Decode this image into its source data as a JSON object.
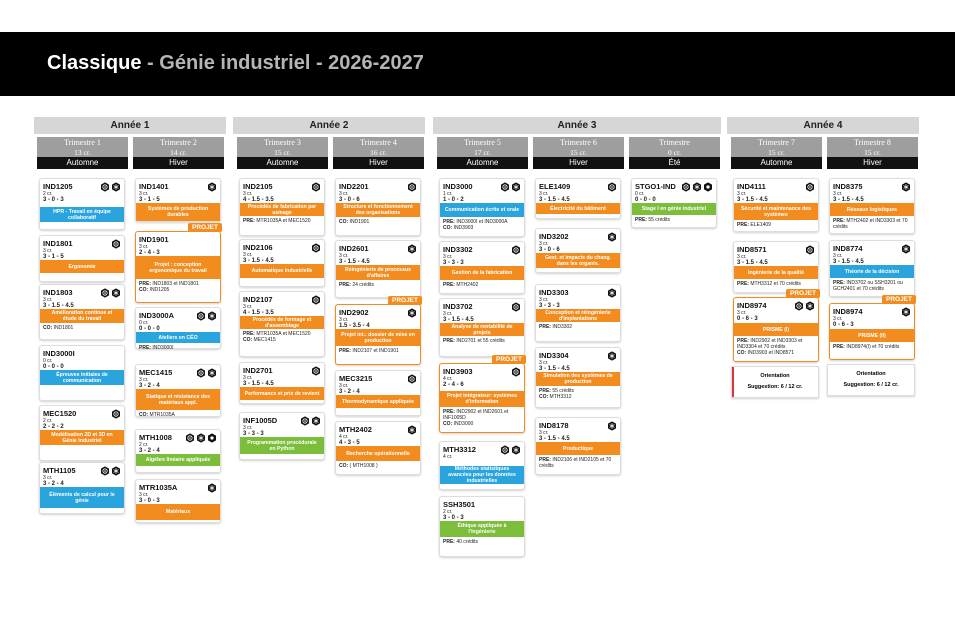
{
  "title": {
    "main": "Classique",
    "rest": " - Génie industriel - 2026-2027"
  },
  "years": [
    "Année 1",
    "Année 2",
    "Année 3",
    "Année 4"
  ],
  "semesters": [
    {
      "name": "Trimestre 1",
      "credits": "13 cr.",
      "season": "Automne"
    },
    {
      "name": "Trimestre 2",
      "credits": "14 cr.",
      "season": "Hiver"
    },
    {
      "name": "Trimestre 3",
      "credits": "15 cr.",
      "season": "Automne"
    },
    {
      "name": "Trimestre 4",
      "credits": "16 cr.",
      "season": "Hiver"
    },
    {
      "name": "Trimestre 5",
      "credits": "17 cr.",
      "season": "Automne"
    },
    {
      "name": "Trimestre 6",
      "credits": "15 cr.",
      "season": "Hiver"
    },
    {
      "name": "Trimestre",
      "credits": "0 cr.",
      "season": "Été"
    },
    {
      "name": "Trimestre 7",
      "credits": "15 cr.",
      "season": "Automne"
    },
    {
      "name": "Trimestre 8",
      "credits": "15 cr.",
      "season": "Hiver"
    }
  ],
  "project_badge": "PROJET",
  "courses": [
    {
      "code": "IND1205",
      "credits": "2 cr.",
      "hours": "3 - 0 - 3",
      "title": "HPR - Travail en équipe collaboratif",
      "color": "blue",
      "icons": [
        "gear-icon",
        "snowflake-icon"
      ],
      "notes": []
    },
    {
      "code": "IND1801",
      "credits": "3 cr.",
      "hours": "3 - 1 - 5",
      "title": "Ergonomie",
      "color": "orange",
      "icons": [
        "gear-icon"
      ],
      "notes": []
    },
    {
      "code": "IND1803",
      "credits": "3 cr.",
      "hours": "3 - 1.5 - 4.5",
      "title": "Amélioration continue et étude du travail",
      "color": "orange",
      "icons": [
        "gear-icon",
        "snowflake-icon"
      ],
      "notes": [
        {
          "k": "CO:",
          "v": " IND1801"
        }
      ]
    },
    {
      "code": "IND3000I",
      "credits": "0 cr.",
      "hours": "0 - 0 - 0",
      "title": "Épreuves initiales de communication",
      "color": "blue",
      "icons": [],
      "notes": []
    },
    {
      "code": "MEC1520",
      "credits": "2 cr.",
      "hours": "2 - 2 - 2",
      "title": "Modélisation 2D et 3D en Génie Industriel",
      "color": "orange",
      "icons": [
        "gear-icon"
      ],
      "notes": []
    },
    {
      "code": "MTH1105",
      "credits": "3 cr.",
      "hours": "3 - 2 - 4",
      "title": "Éléments de calcul pour le génie",
      "color": "blue",
      "icons": [
        "gear-icon",
        "snowflake-icon"
      ],
      "notes": []
    },
    {
      "code": "IND1401",
      "credits": "3 cr.",
      "hours": "3 - 1 - 5",
      "title": "Systèmes de production durables",
      "color": "orange",
      "icons": [
        "snowflake-icon"
      ],
      "notes": []
    },
    {
      "code": "IND1901",
      "credits": "3 cr.",
      "hours": "2 - 4 - 3",
      "title": "Projet : conception ergonomique du travail",
      "color": "orange",
      "icons": [],
      "project": true,
      "notes": [
        {
          "k": "PRE:",
          "v": " IND1803 et IND1801"
        },
        {
          "k": "CO:",
          "v": " IND1205"
        }
      ]
    },
    {
      "code": "IND3000A",
      "credits": "0 cr.",
      "hours": "0 - 0 - 0",
      "title": "Ateliers en CÉO",
      "color": "blue",
      "icons": [
        "gear-icon",
        "snowflake-icon"
      ],
      "notes": [
        {
          "k": "PRE:",
          "v": " IND3000I"
        }
      ]
    },
    {
      "code": "MEC1415",
      "credits": "3 cr.",
      "hours": "3 - 2 - 4",
      "title": "Statique et résistance des matériaux appl.",
      "color": "orange",
      "icons": [
        "gear-icon",
        "snowflake-icon"
      ],
      "notes": [
        {
          "k": "CO:",
          "v": " MTR1035A"
        }
      ]
    },
    {
      "code": "MTH1008",
      "credits": "2 cr.",
      "hours": "3 - 2 - 4",
      "title": "Algèbre linéaire appliquée",
      "color": "green",
      "icons": [
        "gear-icon",
        "snowflake-icon",
        "sun-icon"
      ],
      "notes": []
    },
    {
      "code": "MTR1035A",
      "credits": "3 cr.",
      "hours": "3 - 0 - 3",
      "title": "Matériaux",
      "color": "orange",
      "icons": [
        "snowflake-icon"
      ],
      "notes": []
    },
    {
      "code": "IND2105",
      "credits": "3 cr.",
      "hours": "4 - 1.5 - 3.5",
      "title": "Procédés de fabrication par usinage",
      "color": "orange",
      "icons": [
        "gear-icon"
      ],
      "notes": [
        {
          "k": "PRE:",
          "v": " MTR1035A et MEC1520"
        }
      ]
    },
    {
      "code": "IND2106",
      "credits": "3 cr.",
      "hours": "3 - 1.5 - 4.5",
      "title": "Automatique industrielle",
      "color": "orange",
      "icons": [
        "gear-icon"
      ],
      "notes": []
    },
    {
      "code": "IND2107",
      "credits": "3 cr.",
      "hours": "4 - 1.5 - 3.5",
      "title": "Procédés de formage et d'assemblage",
      "color": "orange",
      "icons": [
        "gear-icon"
      ],
      "notes": [
        {
          "k": "PRE:",
          "v": " MTR1035A et MEC1520"
        },
        {
          "k": "CO:",
          "v": " MEC1415"
        }
      ]
    },
    {
      "code": "IND2701",
      "credits": "3 cr.",
      "hours": "3 - 1.5 - 4.5",
      "title": "Performance et prix de revient",
      "color": "orange",
      "icons": [
        "gear-icon"
      ],
      "notes": []
    },
    {
      "code": "INF1005D",
      "credits": "3 cr.",
      "hours": "3 - 3 - 3",
      "title": "Programmation procédurale en Python",
      "color": "green",
      "icons": [
        "gear-icon",
        "snowflake-icon"
      ],
      "notes": []
    },
    {
      "code": "IND2201",
      "credits": "3 cr.",
      "hours": "3 - 0 - 6",
      "title": "Structure et fonctionnement des organisations",
      "color": "orange",
      "icons": [
        "gear-icon"
      ],
      "notes": [
        {
          "k": "CO:",
          "v": " IND1901"
        }
      ]
    },
    {
      "code": "IND2601",
      "credits": "3 cr.",
      "hours": "3 - 1.5 - 4.5",
      "title": "Réingénierie de processus d'affaires",
      "color": "orange",
      "icons": [
        "snowflake-icon"
      ],
      "notes": [
        {
          "k": "PRE:",
          "v": " 24 crédits"
        }
      ]
    },
    {
      "code": "IND2902",
      "credits": "3 cr.",
      "hours": "1.5 - 3.5 - 4",
      "title": "Projet int.: dossier de mise en production",
      "color": "orange",
      "icons": [
        "snowflake-icon"
      ],
      "project": true,
      "notes": [
        {
          "k": "PRE:",
          "v": " IND2107 et IND1901"
        }
      ]
    },
    {
      "code": "MEC3215",
      "credits": "3 cr.",
      "hours": "3 - 2 - 4",
      "title": "Thermodynamique appliquée",
      "color": "orange",
      "icons": [
        "gear-icon"
      ],
      "notes": []
    },
    {
      "code": "MTH2402",
      "credits": "4 cr.",
      "hours": "4 - 3 - 5",
      "title": "Recherche opérationnelle",
      "color": "orange",
      "icons": [
        "snowflake-icon"
      ],
      "notes": [
        {
          "k": "CO:",
          "v": " ( MTH1008 )"
        }
      ]
    },
    {
      "code": "IND3000",
      "credits": "1 cr.",
      "hours": "1 - 0 - 2",
      "title": "Communication écrite et orale",
      "color": "blue",
      "icons": [
        "gear-icon",
        "snowflake-icon"
      ],
      "notes": [
        {
          "k": "PRE:",
          "v": " IND3000I et IND3000A"
        },
        {
          "k": "CO:",
          "v": " IND3903"
        }
      ]
    },
    {
      "code": "IND3302",
      "credits": "3 cr.",
      "hours": "3 - 3 - 3",
      "title": "Gestion de la fabrication",
      "color": "orange",
      "icons": [
        "gear-icon"
      ],
      "notes": [
        {
          "k": "PRE:",
          "v": " MTH2402"
        }
      ]
    },
    {
      "code": "IND3702",
      "credits": "3 cr.",
      "hours": "3 - 1.5 - 4.5",
      "title": "Analyse de rentabilité de projets",
      "color": "orange",
      "icons": [
        "gear-icon"
      ],
      "notes": [
        {
          "k": "PRE:",
          "v": " IND2701 et 55 crédits"
        }
      ]
    },
    {
      "code": "IND3903",
      "credits": "4 cr.",
      "hours": "2 - 4 - 6",
      "title": "Projet intégrateur: systèmes d'information",
      "color": "orange",
      "icons": [
        "gear-icon"
      ],
      "project": true,
      "notes": [
        {
          "k": "PRE:",
          "v": " IND2902 et IND2601 et INF1005D"
        },
        {
          "k": "CO:",
          "v": " IND3000"
        }
      ]
    },
    {
      "code": "MTH3312",
      "credits": "4 cr.",
      "hours": "",
      "title": "Méthodes statistiques avancées pour les données industrielles",
      "color": "blue",
      "icons": [
        "gear-icon",
        "snowflake-icon"
      ],
      "notes": []
    },
    {
      "code": "SSH3501",
      "credits": "2 cr.",
      "hours": "3 - 0 - 3",
      "title": "Éthique appliquée à l'ingénierie",
      "color": "green",
      "icons": [],
      "notes": [
        {
          "k": "PRE:",
          "v": " 40 crédits"
        }
      ]
    },
    {
      "code": "ELE1409",
      "credits": "3 cr.",
      "hours": "3 - 1.5 - 4.5",
      "title": "Électricité du bâtiment",
      "color": "orange",
      "icons": [
        "gear-icon"
      ],
      "notes": []
    },
    {
      "code": "IND3202",
      "credits": "3 cr.",
      "hours": "3 - 0 - 6",
      "title": "Gest. et impacts du chang. dans les organis.",
      "color": "orange",
      "icons": [
        "snowflake-icon"
      ],
      "notes": []
    },
    {
      "code": "IND3303",
      "credits": "3 cr.",
      "hours": "3 - 3 - 3",
      "title": "Conception et réingénierie d'implantations",
      "color": "orange",
      "icons": [
        "snowflake-icon"
      ],
      "notes": [
        {
          "k": "PRE:",
          "v": " IND3302"
        }
      ]
    },
    {
      "code": "IND3304",
      "credits": "3 cr.",
      "hours": "3 - 1.5 - 4.5",
      "title": "Simulation des systèmes de production",
      "color": "orange",
      "icons": [
        "snowflake-icon"
      ],
      "notes": [
        {
          "k": "PRE:",
          "v": " 55 crédits"
        },
        {
          "k": "CO:",
          "v": " MTH3312"
        }
      ]
    },
    {
      "code": "IND8178",
      "credits": "3 cr.",
      "hours": "3 - 1.5 - 4.5",
      "title": "Productique",
      "color": "orange",
      "icons": [
        "snowflake-icon"
      ],
      "notes": [
        {
          "k": "PRE:",
          "v": " IND2106 et IND2105 et 70 crédits"
        }
      ]
    },
    {
      "code": "STGO1-IND",
      "credits": "0 cr.",
      "hours": "0 - 0 - 0",
      "title": "Stage I en génie industriel",
      "color": "green",
      "icons": [
        "gear-icon",
        "snowflake-icon",
        "sun-icon"
      ],
      "notes": [
        {
          "k": "PRE:",
          "v": " 55 crédits"
        }
      ]
    },
    {
      "code": "IND4111",
      "credits": "3 cr.",
      "hours": "3 - 1.5 - 4.5",
      "title": "Sécurité et maintenance des systèmes",
      "color": "orange",
      "icons": [
        "gear-icon"
      ],
      "notes": [
        {
          "k": "PRE:",
          "v": " ELE1409"
        }
      ]
    },
    {
      "code": "IND8571",
      "credits": "3 cr.",
      "hours": "3 - 1.5 - 4.5",
      "title": "Ingénierie de la qualité",
      "color": "orange",
      "icons": [
        "gear-icon"
      ],
      "notes": [
        {
          "k": "PRE:",
          "v": " MTH3312 et 70 crédits"
        }
      ]
    },
    {
      "code": "IND8974",
      "credits": "3 cr.",
      "hours": "0 - 6 - 3",
      "title": "PRISME (I)",
      "color": "orange",
      "icons": [
        "gear-icon",
        "snowflake-icon"
      ],
      "project": true,
      "notes": [
        {
          "k": "PRE:",
          "v": " IND2902 et IND3303 et IND3304 et 70 crédits"
        },
        {
          "k": "CO:",
          "v": " IND3903 et IND8571"
        }
      ]
    },
    {
      "code": "IND8375",
      "credits": "3 cr.",
      "hours": "3 - 1.5 - 4.5",
      "title": "Réseaux logistiques",
      "color": "orange",
      "icons": [
        "snowflake-icon"
      ],
      "notes": [
        {
          "k": "PRE:",
          "v": " MTH2402 et IND3303 et 70 crédits"
        }
      ]
    },
    {
      "code": "IND8774",
      "credits": "3 cr.",
      "hours": "3 - 1.5 - 4.5",
      "title": "Théorie de la décision",
      "color": "blue",
      "icons": [
        "snowflake-icon"
      ],
      "notes": [
        {
          "k": "PRE:",
          "v": " IND3702 ou SSH3201 ou GCH2401 et 70 crédits"
        }
      ]
    },
    {
      "code": "IND8974",
      "credits": "3 cr.",
      "hours": "0 - 6 - 3",
      "title": "PRISME (II)",
      "color": "orange",
      "icons": [
        "snowflake-icon"
      ],
      "project": true,
      "notes": [
        {
          "k": "PRE:",
          "v": " IND8974(I) et 70 crédits"
        }
      ]
    }
  ],
  "orientation": [
    {
      "label": "Orientation",
      "suggestion": "Suggestion: 6 / 12 cr."
    },
    {
      "label": "Orientation",
      "suggestion": "Suggestion: 6 / 12 cr."
    }
  ]
}
